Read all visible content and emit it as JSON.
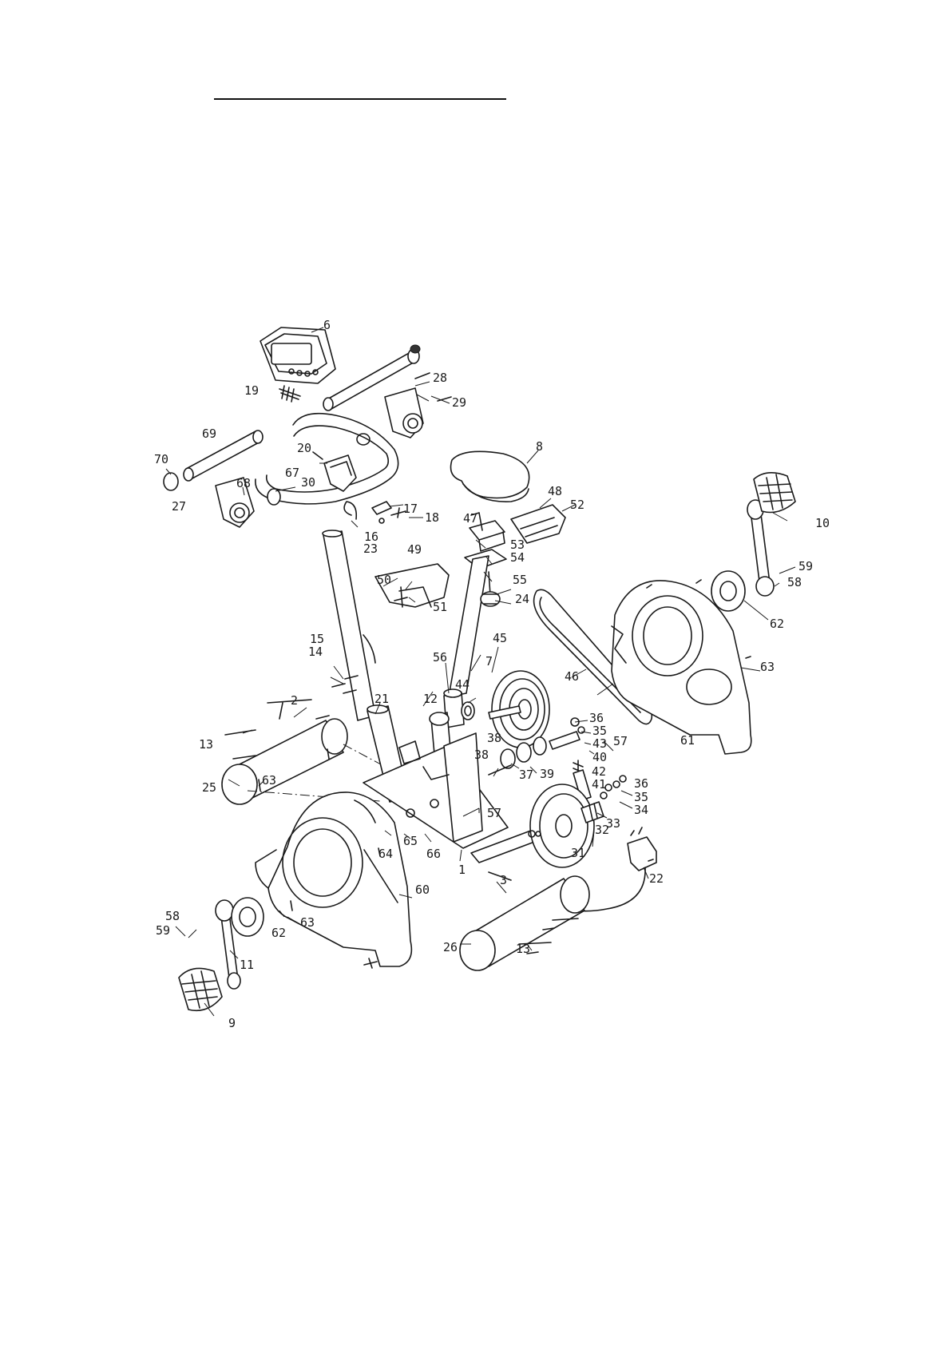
{
  "diagram": {
    "callouts": [
      {
        "id": "c6",
        "label": "6"
      },
      {
        "id": "c19",
        "label": "19"
      },
      {
        "id": "c28",
        "label": "28"
      },
      {
        "id": "c29",
        "label": "29"
      },
      {
        "id": "c69",
        "label": "69"
      },
      {
        "id": "c70",
        "label": "70"
      },
      {
        "id": "c20",
        "label": "20"
      },
      {
        "id": "c30",
        "label": "30"
      },
      {
        "id": "c67",
        "label": "67"
      },
      {
        "id": "c68",
        "label": "68"
      },
      {
        "id": "c27",
        "label": "27"
      },
      {
        "id": "c8",
        "label": "8"
      },
      {
        "id": "c48",
        "label": "48"
      },
      {
        "id": "c52",
        "label": "52"
      },
      {
        "id": "c10",
        "label": "10"
      },
      {
        "id": "c17",
        "label": "17"
      },
      {
        "id": "c18",
        "label": "18"
      },
      {
        "id": "c16",
        "label": "16"
      },
      {
        "id": "c23",
        "label": "23"
      },
      {
        "id": "c47",
        "label": "47"
      },
      {
        "id": "c53",
        "label": "53"
      },
      {
        "id": "c54",
        "label": "54"
      },
      {
        "id": "c49",
        "label": "49"
      },
      {
        "id": "c55",
        "label": "55"
      },
      {
        "id": "c50",
        "label": "50"
      },
      {
        "id": "c24",
        "label": "24"
      },
      {
        "id": "c51",
        "label": "51"
      },
      {
        "id": "c59a",
        "label": "59"
      },
      {
        "id": "c58a",
        "label": "58"
      },
      {
        "id": "c62a",
        "label": "62"
      },
      {
        "id": "c15",
        "label": "15"
      },
      {
        "id": "c14",
        "label": "14"
      },
      {
        "id": "c45",
        "label": "45"
      },
      {
        "id": "c56",
        "label": "56"
      },
      {
        "id": "c7",
        "label": "7"
      },
      {
        "id": "c46",
        "label": "46"
      },
      {
        "id": "c63a",
        "label": "63"
      },
      {
        "id": "c2",
        "label": "2"
      },
      {
        "id": "c21",
        "label": "21"
      },
      {
        "id": "c12",
        "label": "12"
      },
      {
        "id": "c44",
        "label": "44"
      },
      {
        "id": "c36a",
        "label": "36"
      },
      {
        "id": "c35a",
        "label": "35"
      },
      {
        "id": "c43",
        "label": "43"
      },
      {
        "id": "c40",
        "label": "40"
      },
      {
        "id": "c57a",
        "label": "57"
      },
      {
        "id": "c61",
        "label": "61"
      },
      {
        "id": "c13a",
        "label": "13"
      },
      {
        "id": "c38a",
        "label": "38"
      },
      {
        "id": "c38b",
        "label": "38"
      },
      {
        "id": "c39",
        "label": "39"
      },
      {
        "id": "c42",
        "label": "42"
      },
      {
        "id": "c41",
        "label": "41"
      },
      {
        "id": "c36b",
        "label": "36"
      },
      {
        "id": "c35b",
        "label": "35"
      },
      {
        "id": "c34",
        "label": "34"
      },
      {
        "id": "c33",
        "label": "33"
      },
      {
        "id": "c37",
        "label": "37"
      },
      {
        "id": "c25",
        "label": "25"
      },
      {
        "id": "c63b",
        "label": "63"
      },
      {
        "id": "c57b",
        "label": "57"
      },
      {
        "id": "c32",
        "label": "32"
      },
      {
        "id": "c31",
        "label": "31"
      },
      {
        "id": "c65",
        "label": "65"
      },
      {
        "id": "c64",
        "label": "64"
      },
      {
        "id": "c66",
        "label": "66"
      },
      {
        "id": "c1",
        "label": "1"
      },
      {
        "id": "c22",
        "label": "22"
      },
      {
        "id": "c3",
        "label": "3"
      },
      {
        "id": "c60",
        "label": "60"
      },
      {
        "id": "c58b",
        "label": "58"
      },
      {
        "id": "c59b",
        "label": "59"
      },
      {
        "id": "c62b",
        "label": "62"
      },
      {
        "id": "c63c",
        "label": "63"
      },
      {
        "id": "c26",
        "label": "26"
      },
      {
        "id": "c13b",
        "label": "13"
      },
      {
        "id": "c11",
        "label": "11"
      },
      {
        "id": "c9",
        "label": "9"
      }
    ]
  }
}
